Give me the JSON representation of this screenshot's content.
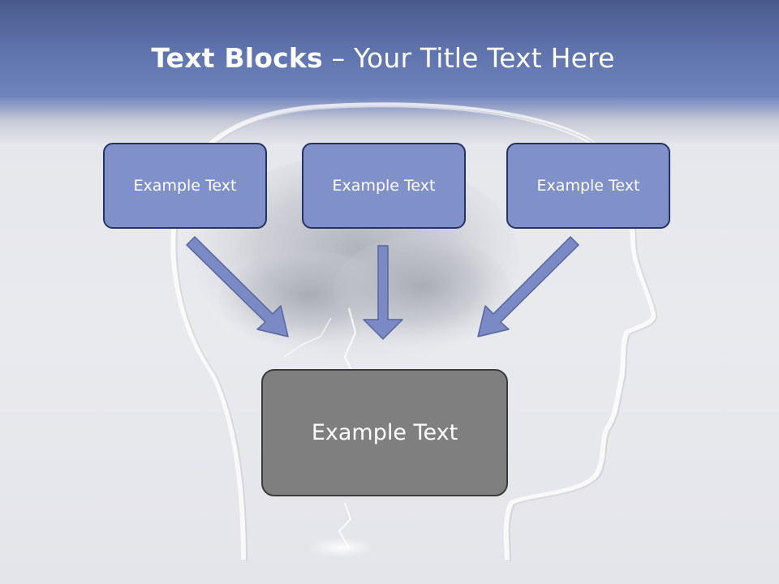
{
  "slide": {
    "title_bold": "Text Blocks",
    "title_rest": "– Your Title Text Here"
  },
  "blocks": {
    "top": [
      {
        "text": "Example Text"
      },
      {
        "text": "Example Text"
      },
      {
        "text": "Example Text"
      }
    ],
    "main": {
      "text": "Example Text"
    }
  },
  "colors": {
    "header_band": "#6e82bc",
    "block_fill": "#8090c8",
    "block_border": "#243266",
    "main_fill": "#7f7f7f",
    "arrow_fill": "#7b8ac4"
  }
}
